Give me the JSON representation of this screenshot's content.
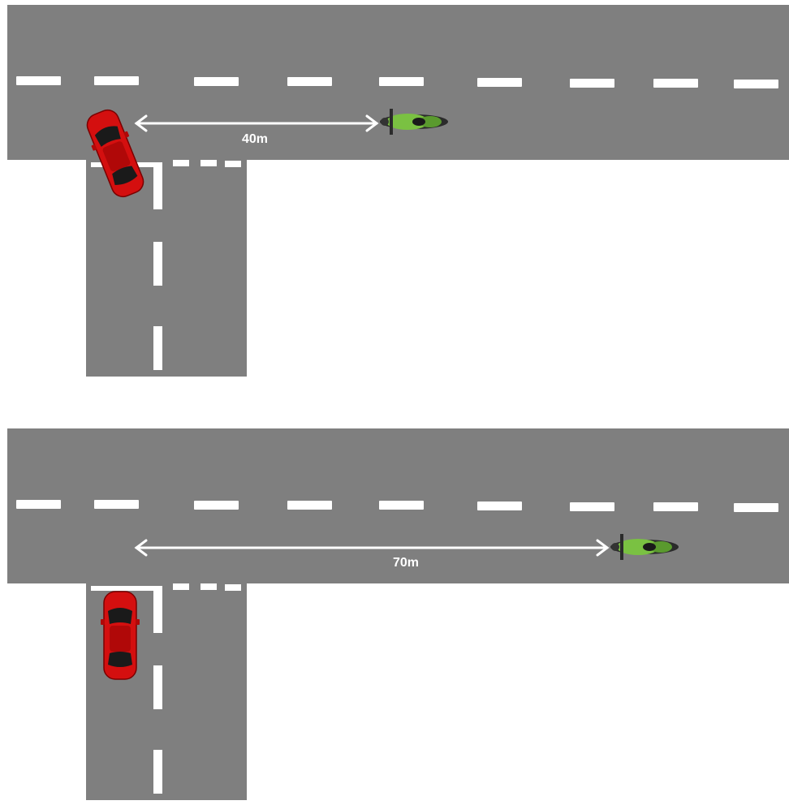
{
  "scenes": [
    {
      "id": "top",
      "distance_label": "40m",
      "car_heading": "turning"
    },
    {
      "id": "bottom",
      "distance_label": "70m",
      "car_heading": "straight"
    }
  ],
  "colors": {
    "road": "#7f7f7f",
    "marking": "#ffffff",
    "car_body": "#d40f0f",
    "motorcycle_body": "#7ac142"
  },
  "icons": [
    "red-car-icon",
    "green-motorcycle-icon",
    "double-arrow-icon"
  ]
}
